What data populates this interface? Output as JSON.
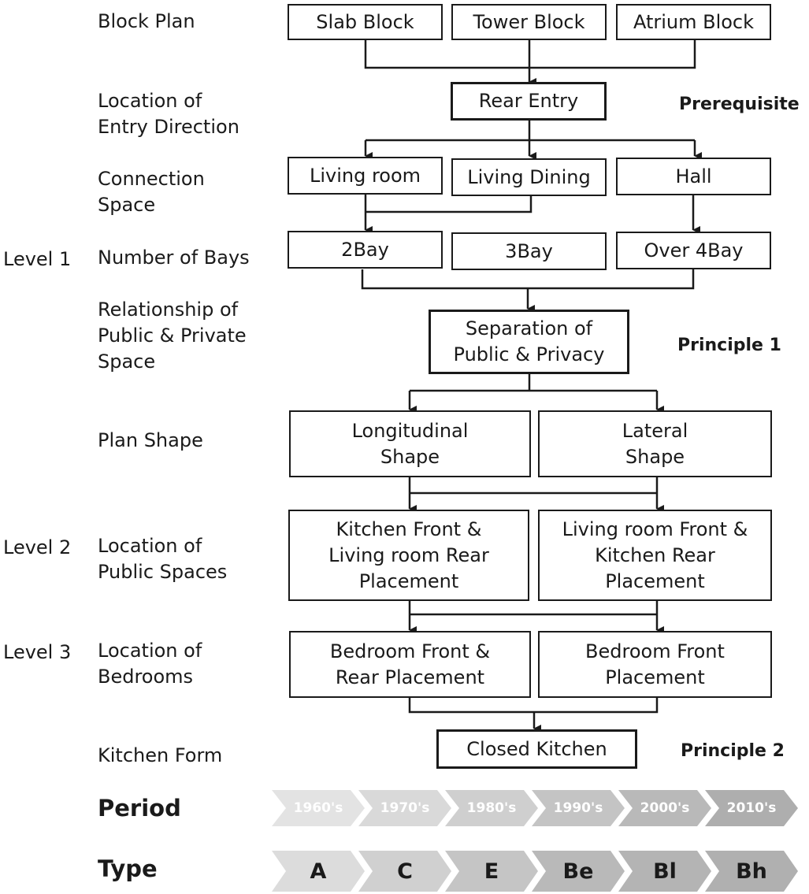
{
  "rows": {
    "block_plan": "Block Plan",
    "entry": "Location of\nEntry Direction",
    "connection": "Connection\nSpace",
    "bays": "Number of Bays",
    "relationship": "Relationship of\nPublic & Private\nSpace",
    "plan_shape": "Plan Shape",
    "public_spaces": "Location of\nPublic Spaces",
    "bedrooms": "Location of\nBedrooms",
    "kitchen_form": "Kitchen Form"
  },
  "levels": {
    "l1": "Level 1",
    "l2": "Level 2",
    "l3": "Level 3"
  },
  "tags": {
    "prereq": "Prerequisite",
    "p1": "Principle 1",
    "p2": "Principle 2"
  },
  "boxes": {
    "slab": "Slab Block",
    "tower": "Tower Block",
    "atrium": "Atrium Block",
    "rear_entry": "Rear Entry",
    "living_room": "Living room",
    "living_dining": "Living Dining",
    "hall": "Hall",
    "bay2": "2Bay",
    "bay3": "3Bay",
    "bay4": "Over 4Bay",
    "separation": "Separation of\nPublic & Privacy",
    "longitudinal": "Longitudinal\nShape",
    "lateral": "Lateral\nShape",
    "kitchen_front": "Kitchen Front &\nLiving room Rear\nPlacement",
    "living_front": "Living room Front &\nKitchen Rear\nPlacement",
    "bed_front_rear": "Bedroom Front &\nRear Placement",
    "bed_front": "Bedroom Front\nPlacement",
    "closed_kitchen": "Closed Kitchen"
  },
  "period": {
    "title": "Period",
    "items": [
      "1960's",
      "1970's",
      "1980's",
      "1990's",
      "2000's",
      "2010's"
    ],
    "colors": [
      "#e3e3e3",
      "#d9d9d9",
      "#cfcfcf",
      "#c4c4c4",
      "#b9b9b9",
      "#aeaeae"
    ]
  },
  "type": {
    "title": "Type",
    "items": [
      "A",
      "C",
      "E",
      "Be",
      "Bl",
      "Bh"
    ],
    "colors": [
      "#dcdcdc",
      "#d0d0d0",
      "#c5c5c5",
      "#b9b9b9",
      "#b4b4b4",
      "#b0b0b0"
    ]
  }
}
